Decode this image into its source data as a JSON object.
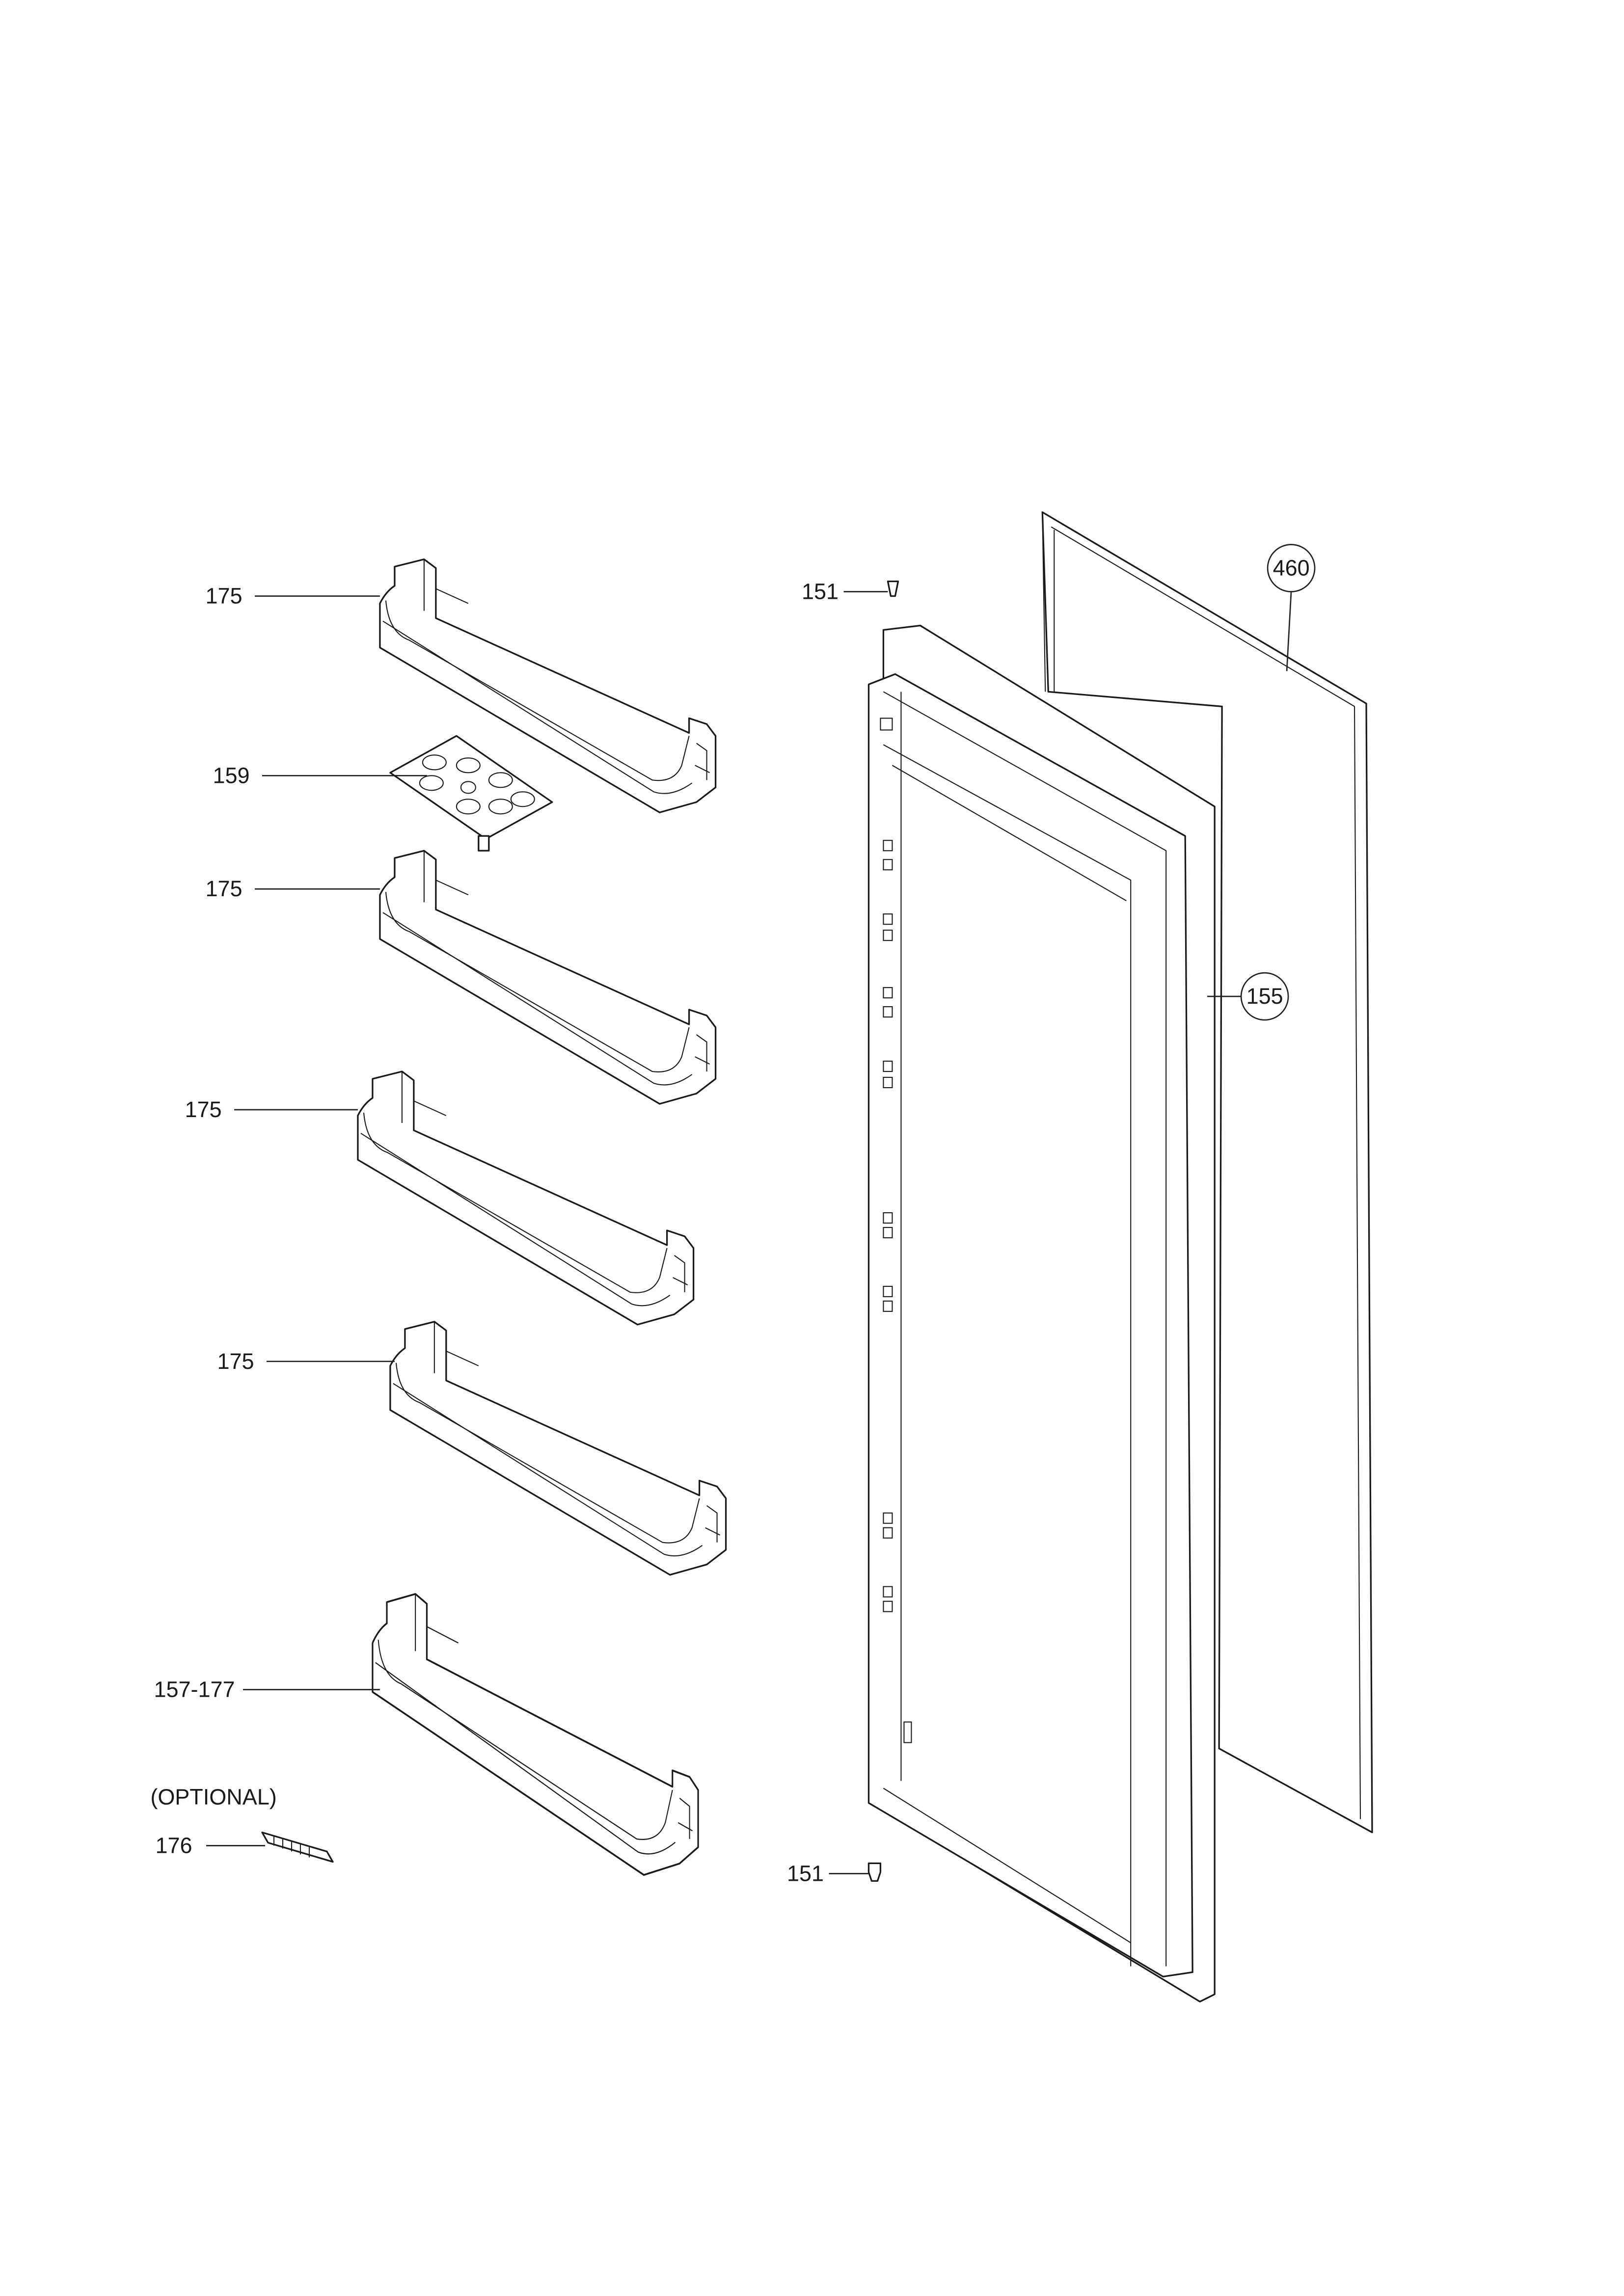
{
  "callouts": {
    "shelf_1": "175",
    "egg_tray": "159",
    "shelf_2": "175",
    "shelf_3": "175",
    "shelf_4": "175",
    "bottle_bin": "157-177",
    "optional_note": "(OPTIONAL)",
    "bottle_rack": "176",
    "hinge_pin_top": "151",
    "hinge_pin_bottom": "151",
    "gasket": "460",
    "door_assembly": "155"
  }
}
